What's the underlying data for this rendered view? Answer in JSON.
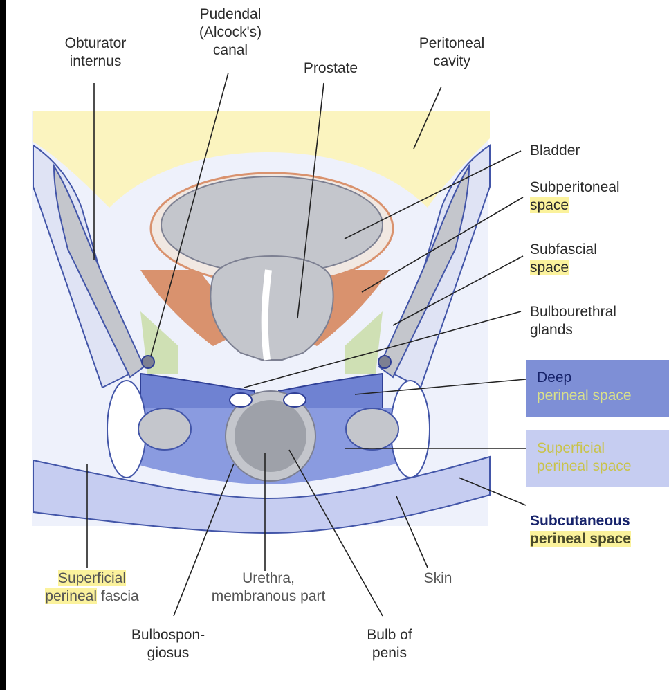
{
  "labels": {
    "obturator_internus": [
      "Obturator",
      "internus"
    ],
    "pudendal_canal": [
      "Pudendal",
      "(Alcock's)",
      "canal"
    ],
    "prostate": "Prostate",
    "peritoneal_cavity": [
      "Peritoneal",
      "cavity"
    ],
    "bladder": "Bladder",
    "subperitoneal_space": [
      "Subperitoneal",
      "space"
    ],
    "subfascial_space": [
      "Subfascial",
      "space"
    ],
    "bulbourethral_glands": [
      "Bulbourethral",
      "glands"
    ],
    "deep_perineal_space": [
      "Deep",
      "perineal space"
    ],
    "superficial_perineal_space": [
      "Superficial",
      "perineal space"
    ],
    "subcutaneous_perineal_space": [
      "Subcutaneous",
      "perineal space"
    ],
    "superficial_perineal_fascia": [
      "Superficial",
      "perineal",
      "fascia"
    ],
    "urethra_membranous": [
      "Urethra,",
      "membranous part"
    ],
    "skin": "Skin",
    "bulbospongiosus": [
      "Bulbospon-",
      "giosus"
    ],
    "bulb_of_penis": [
      "Bulb of",
      "penis"
    ]
  },
  "colors": {
    "peritoneal": "#fbf4bf",
    "highlight": "#fbf29c",
    "deep_box": "#7e8fd6",
    "superficial_box": "#c6cdf1",
    "perineal_blue": "#8a9be0",
    "orange": "#d9926e",
    "green": "#cfe0b4",
    "gray_tissue": "#c4c6cc",
    "navy_text": "#17236b"
  }
}
